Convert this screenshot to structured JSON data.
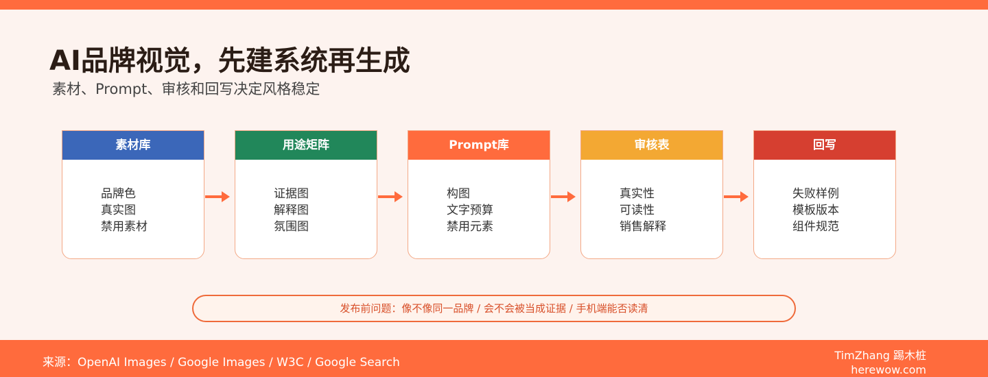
{
  "header": {
    "title": "AI品牌视觉，先建系统再生成",
    "subtitle": "素材、Prompt、审核和回写决定风格稳定"
  },
  "steps": [
    {
      "title": "素材库",
      "color": "#3b67b9",
      "items": [
        "品牌色",
        "真实图",
        "禁用素材"
      ]
    },
    {
      "title": "用途矩阵",
      "color": "#21875a",
      "items": [
        "证据图",
        "解释图",
        "氛围图"
      ]
    },
    {
      "title": "Prompt库",
      "color": "#ff6b3d",
      "items": [
        "构图",
        "文字预算",
        "禁用元素"
      ]
    },
    {
      "title": "审核表",
      "color": "#f3a833",
      "items": [
        "真实性",
        "可读性",
        "销售解释"
      ]
    },
    {
      "title": "回写",
      "color": "#d63f30",
      "items": [
        "失败样例",
        "模板版本",
        "组件规范"
      ]
    }
  ],
  "check_bar": {
    "text": "发布前问题：像不像同一品牌 / 会不会被当成证据 / 手机端能否读清"
  },
  "footer": {
    "source": "来源：OpenAI Images / Google Images / W3C / Google Search",
    "author": "TimZhang 踢木桩",
    "site": "herewow.com"
  },
  "colors": {
    "accent": "#ff6b3d",
    "background": "#fdf3ef"
  }
}
